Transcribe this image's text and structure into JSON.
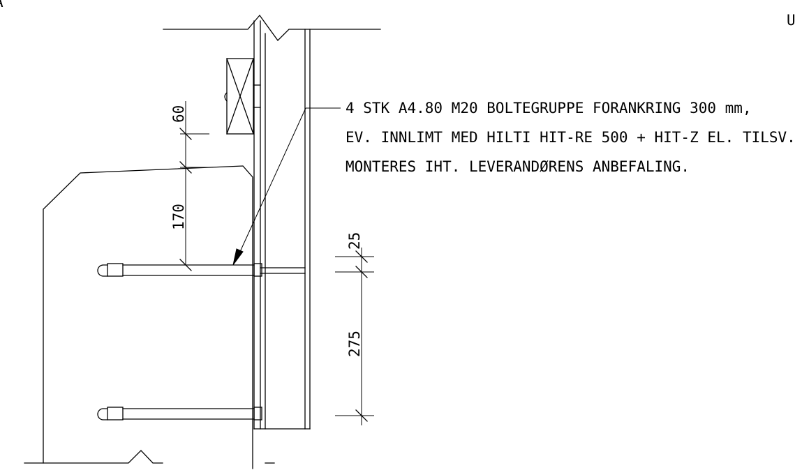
{
  "note": {
    "lines": [
      "4 STK A4.80 M20 BOLTEGRUPPE FORANKRING 300 mm,",
      "EV. INNLIMT MED HILTI HIT-RE 500 + HIT-Z EL. TILSV.",
      "MONTERES IHT. LEVERANDØRENS ANBEFALING."
    ]
  },
  "dimensions": {
    "d60": "60",
    "d170": "170",
    "d25": "25",
    "d275": "275"
  },
  "edge_marks": {
    "left": "A",
    "right": "U"
  }
}
